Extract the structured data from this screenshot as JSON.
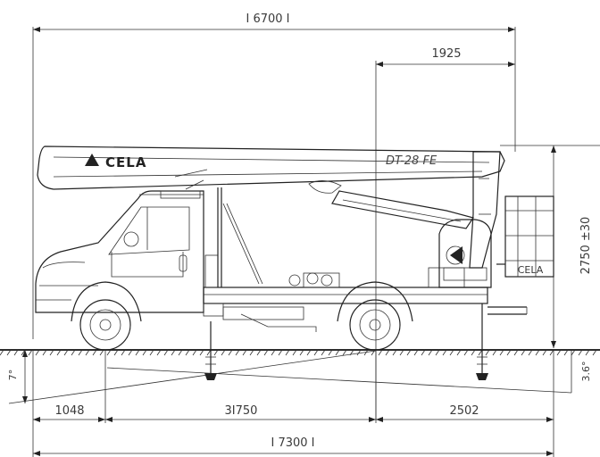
{
  "dimensions": {
    "overall_length_top": "I 6700 I",
    "boom_overhang": "1925",
    "platform_height": "2750 ±30",
    "front_overhang": "1048",
    "wheelbase": "3I750",
    "rear_overhang": "2502",
    "overall_length_bottom": "I 7300 I",
    "front_angle": "7°",
    "rear_angle": "3.6°"
  },
  "branding": {
    "brand": "CELA",
    "model": "DT-28 FE",
    "basket_brand": "CELA"
  }
}
